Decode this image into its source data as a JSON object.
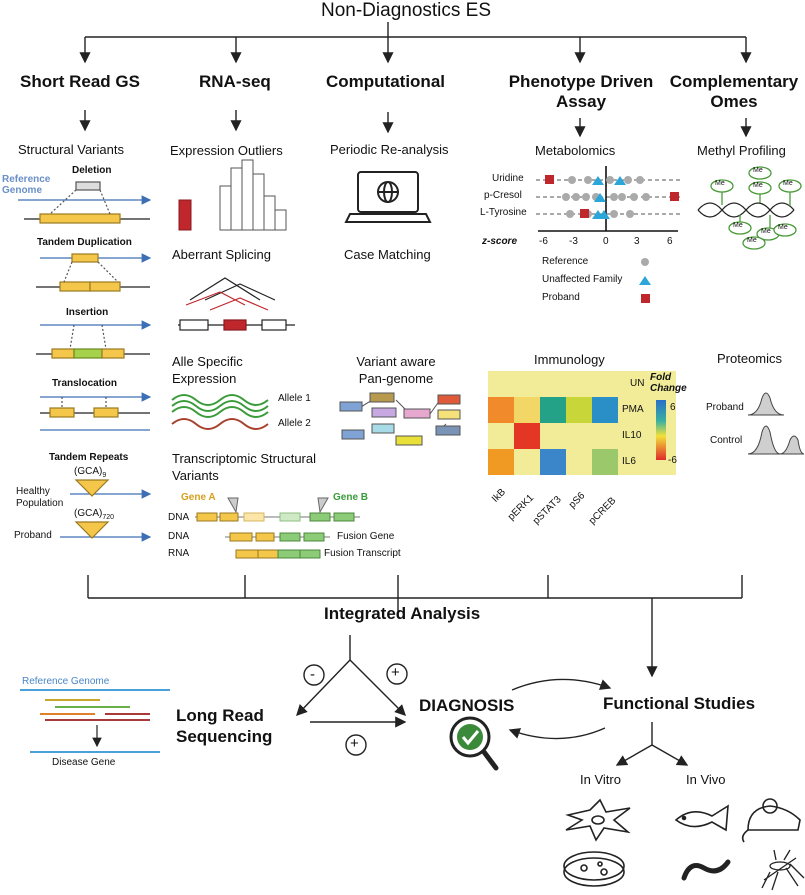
{
  "title": "Non-Diagnostics ES",
  "columns": [
    {
      "heading": "Short Read GS",
      "sub": "Structural Variants"
    },
    {
      "heading": "RNA-seq",
      "sub": "Expression Outliers"
    },
    {
      "heading": "Computational",
      "sub": "Periodic Re-analysis"
    },
    {
      "heading": "Phenotype Driven Assay",
      "sub": "Metabolomics"
    },
    {
      "heading": "Complementary Omes",
      "sub": "Methyl Profiling"
    }
  ],
  "structural_variants": {
    "reference_genome": "Reference Genome",
    "deletion": "Deletion",
    "tandem_duplication": "Tandem Duplication",
    "insertion": "Insertion",
    "translocation": "Translocation",
    "tandem_repeats": "Tandem Repeats",
    "gca_9": "(GCA)",
    "gca_9_sub": "9",
    "gca_720": "(GCA)",
    "gca_720_sub": "720",
    "healthy_population": "Healthy Population",
    "proband": "Proband"
  },
  "rna": {
    "aberrant_splicing": "Aberrant Splicing",
    "allele_specific": "Alle Specific Expression",
    "allele1": "Allele 1",
    "allele2": "Allele 2",
    "transcriptomic_sv": "Transcriptomic Structural Variants",
    "gene_a": "Gene A",
    "gene_b": "Gene B",
    "dna1": "DNA",
    "dna2": "DNA",
    "rna": "RNA",
    "fusion_gene": "Fusion Gene",
    "fusion_transcript": "Fusion Transcript"
  },
  "computational": {
    "case_matching": "Case Matching",
    "variant_aware": "Variant aware Pan-genome"
  },
  "metabolomics": {
    "rows": [
      "Uridine",
      "p-Cresol",
      "L-Tyrosine"
    ],
    "zscore_label": "z-score",
    "ticks": [
      "-6",
      "-3",
      "0",
      "3",
      "6"
    ],
    "legend": [
      "Reference",
      "Unaffected Family",
      "Proband"
    ],
    "colors": {
      "reference": "#aaaaaa",
      "family": "#2aa6d8",
      "proband": "#c0272d"
    }
  },
  "immunology": {
    "title": "Immunology",
    "rows": [
      "UN",
      "PMA",
      "IL10",
      "IL6"
    ],
    "cols": [
      "IkB",
      "pERK1",
      "pSTAT3",
      "pS6",
      "pCREB"
    ],
    "legend_title": "Fold Change",
    "legend_max": "6",
    "legend_min": "-6"
  },
  "proteomics": {
    "title": "Proteomics",
    "proband": "Proband",
    "control": "Control"
  },
  "methyl": {
    "me": "Me"
  },
  "integrated": "Integrated Analysis",
  "long_read": {
    "ref_genome": "Reference Genome",
    "disease_gene": "Disease Gene",
    "title_line1": "Long Read",
    "title_line2": "Sequencing"
  },
  "signs": {
    "minus": "-",
    "plus_top": "+",
    "plus_bottom": "+"
  },
  "diagnosis": "DIAGNOSIS",
  "functional": {
    "title": "Functional Studies",
    "in_vitro": "In Vitro",
    "in_vivo": "In Vivo"
  }
}
